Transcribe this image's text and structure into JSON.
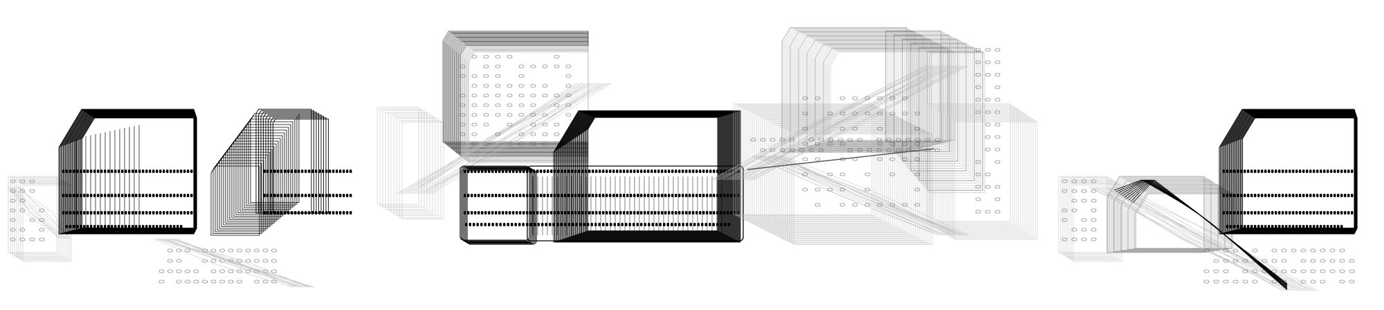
{
  "figure": {
    "background": "#ffffff",
    "ink_strong": "#000000",
    "ink_mid": "#555555",
    "ink_light": "#b8b8b8",
    "panels": [
      {
        "id": "panel-1",
        "description_name": "stacked-layer-cluster-a"
      },
      {
        "id": "panel-2",
        "description_name": "stacked-layer-cluster-b"
      },
      {
        "id": "panel-3",
        "description_name": "stacked-layer-cluster-c"
      },
      {
        "id": "panel-4",
        "description_name": "stacked-layer-cluster-d"
      }
    ]
  }
}
